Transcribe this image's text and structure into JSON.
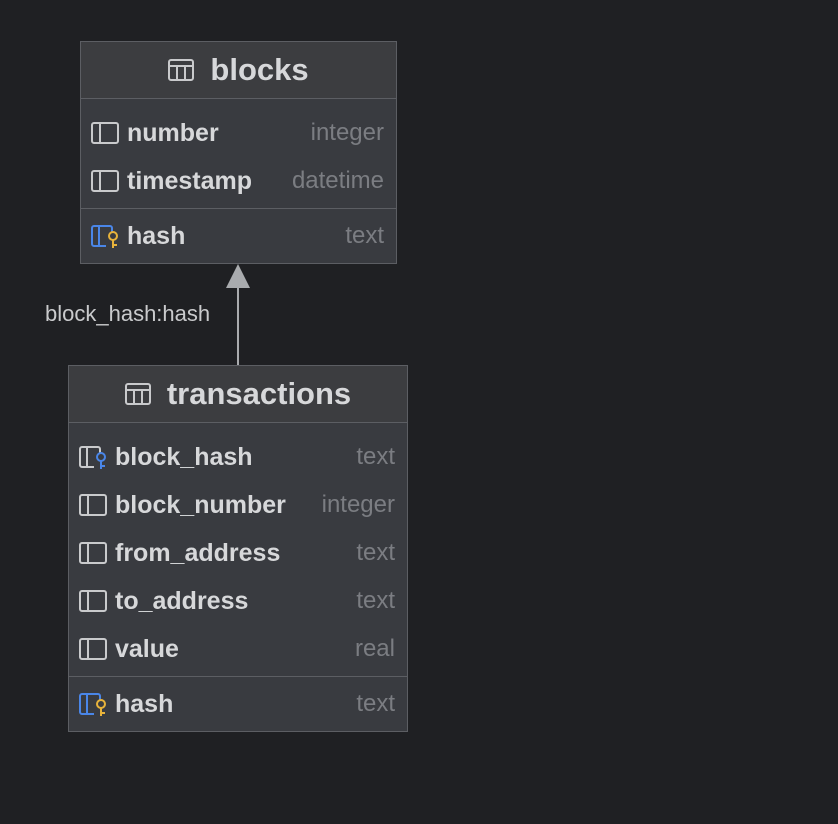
{
  "tables": {
    "blocks": {
      "title": "blocks",
      "icon": "table-icon",
      "columns": [
        {
          "name": "number",
          "type": "integer",
          "icon": "column-icon"
        },
        {
          "name": "timestamp",
          "type": "datetime",
          "icon": "column-icon"
        }
      ],
      "primary": [
        {
          "name": "hash",
          "type": "text",
          "icon": "primary-key-column-icon"
        }
      ]
    },
    "transactions": {
      "title": "transactions",
      "icon": "table-icon",
      "columns": [
        {
          "name": "block_hash",
          "type": "text",
          "icon": "foreign-key-column-icon"
        },
        {
          "name": "block_number",
          "type": "integer",
          "icon": "column-icon"
        },
        {
          "name": "from_address",
          "type": "text",
          "icon": "column-icon"
        },
        {
          "name": "to_address",
          "type": "text",
          "icon": "column-icon"
        },
        {
          "name": "value",
          "type": "real",
          "icon": "column-icon"
        }
      ],
      "primary": [
        {
          "name": "hash",
          "type": "text",
          "icon": "primary-key-column-icon"
        }
      ]
    }
  },
  "relation": {
    "label": "block_hash:hash",
    "from": "transactions",
    "to": "blocks"
  },
  "colors": {
    "background": "#1f2023",
    "table_fill": "#393b40",
    "border": "#5c5e63",
    "text": "#d7d8da",
    "type_text": "#7b7d82",
    "key_gold": "#e8b33b",
    "key_blue": "#4a86e8",
    "arrow": "#a9abae"
  }
}
